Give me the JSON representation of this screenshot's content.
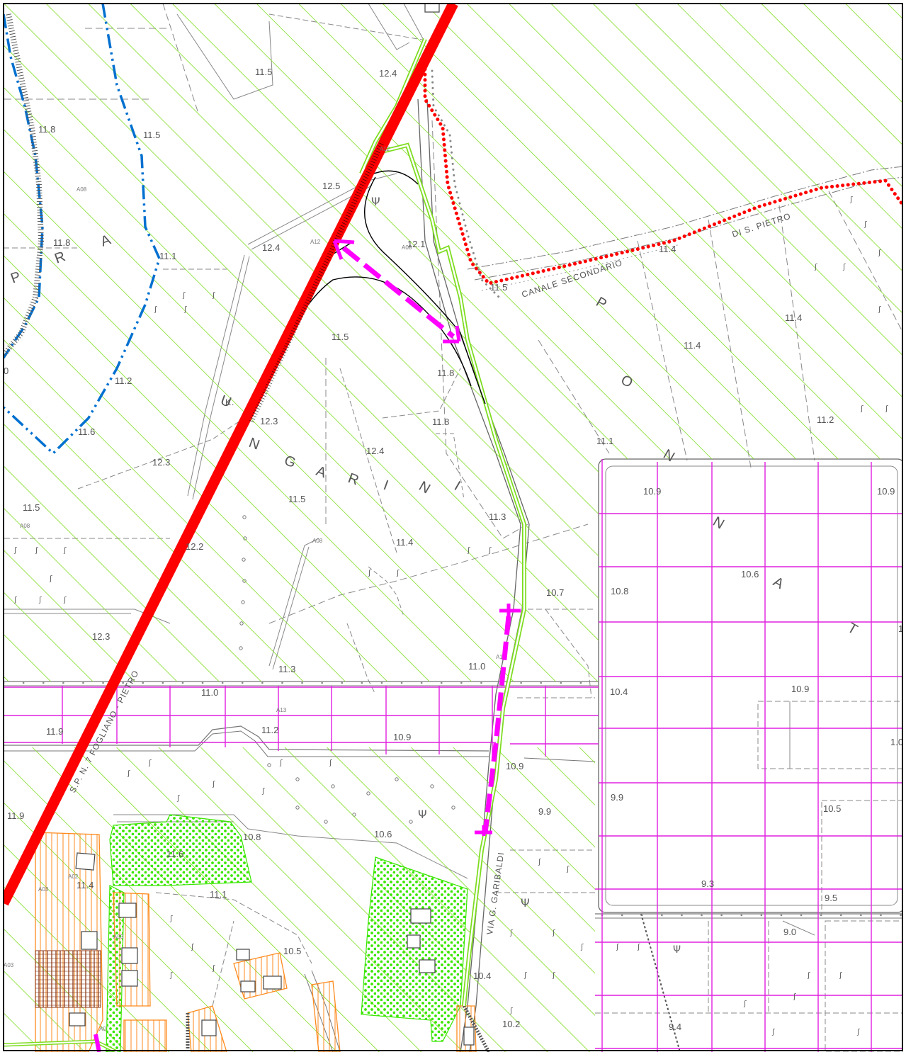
{
  "map": {
    "frame_color": "#000000",
    "colors": {
      "hatch": "#7ddc1f",
      "grid": "#e020e0",
      "motorway": "#ff0000",
      "red_dotted": "#ff0000",
      "blue_dashdot": "#0070d0",
      "green_dots": "#39e600",
      "orange": "#ff8a1c",
      "magenta_arrow": "#ff00ff",
      "brown": "#8b3a1a"
    },
    "place_names": {
      "prato": [
        "P",
        "R",
        "A"
      ],
      "ungarini": [
        "U",
        "N",
        "G",
        "A",
        "R",
        "I",
        "N",
        "I"
      ],
      "ponte": [
        "P",
        "O",
        "N"
      ],
      "natura": [
        "N",
        "A",
        "T"
      ]
    },
    "road_labels": {
      "canale": "CANALE SECONDARIO",
      "canale_name": "DI S. PIETRO",
      "sp_road": "S.P. N. 7 FOGLIANO - PIETRO",
      "garibaldi": "VIA G. GARIBALDI",
      "k": "K."
    },
    "area_codes": {
      "a08_1": "A08",
      "a08_2": "A08",
      "a08_3": "A08",
      "a08_4": "A08",
      "a12_1": "A12",
      "a12_2": "A12",
      "a13_1": "A13",
      "a13_2": "A1",
      "a03_1": "A03",
      "a03_2": "A03",
      "a02": "A02",
      "a03_3": "A03",
      "a0": "A0"
    },
    "elevations": {
      "e01": "11.5",
      "e02": "12.4",
      "e03": "11.8",
      "e04": "11.5",
      "e05": "12.5",
      "e06": "11.8",
      "e07": "11.1",
      "e08": "12.4",
      "e09": "12.1",
      "e10": "11.4",
      "e11": "11.5",
      "e12": "11.4",
      "e13": "11.5",
      "e14": "11.4",
      "e15": "11.2",
      "e16": "11.8",
      "e17": "11.6",
      "e18": "12.3",
      "e19": "11.8",
      "e20": "11.2",
      "e21": "12.4",
      "e22": "12.3",
      "e23": "11.1",
      "e24": "11.5",
      "e25": "11.5",
      "e26": "11.3",
      "e27": "10.9",
      "e28": "10.9",
      "e29": "12.2",
      "e30": "11.4",
      "e31": "10.6",
      "e32": "10.7",
      "e33": "10.8",
      "e34": "12.3",
      "e35": "11.3",
      "e36": "11.0",
      "e37": "11.0",
      "e38": "10.4",
      "e39": "10.9",
      "e40": "11.9",
      "e41": "11.2",
      "e42": "10.9",
      "e43": "10.9",
      "e44": "9.9",
      "e45": "9.9",
      "e46": "10.5",
      "e47": "11.9",
      "e48": "10.8",
      "e49": "10.6",
      "e50": "11.4",
      "e51": "11.1",
      "e52": "9.3",
      "e53": "9.5",
      "e54": "9.0",
      "e55": "10.5",
      "e56": "10.4",
      "e57": "10.2",
      "e58": "9.4",
      "e59": "11.6",
      "e60": "1.0",
      "e61": "0",
      "e62": "1"
    }
  }
}
